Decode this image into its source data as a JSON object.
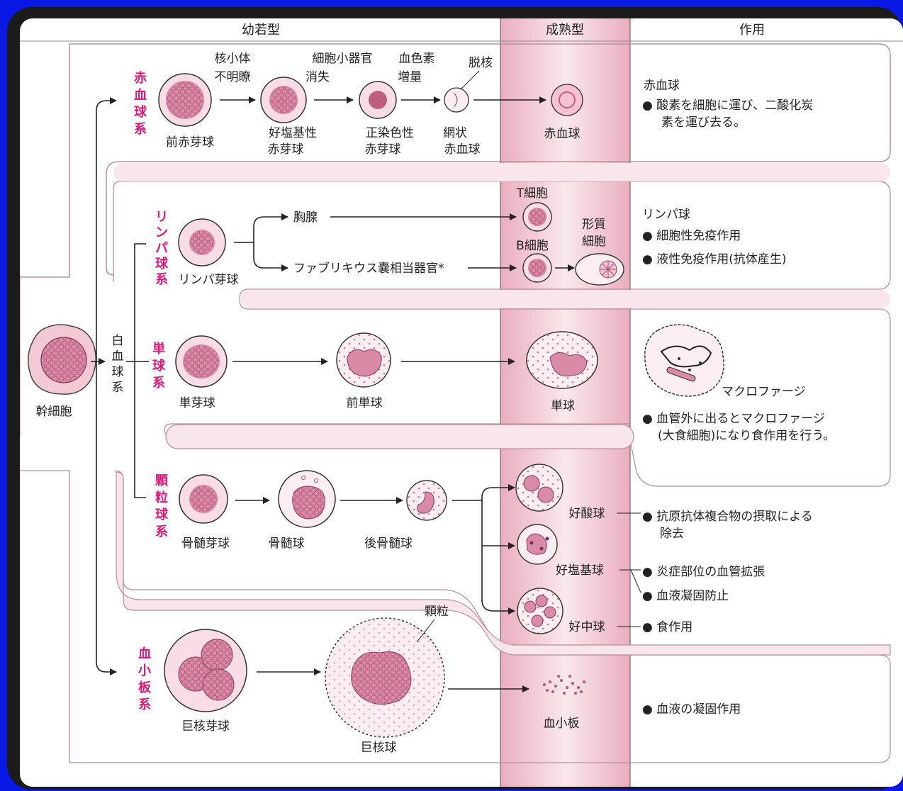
{
  "header": {
    "immature": "幼若型",
    "mature": "成熟型",
    "role": "作用"
  },
  "stem": {
    "label": "幹細胞"
  },
  "wbc": {
    "chars": [
      "白",
      "血",
      "球",
      "系"
    ]
  },
  "erythroid": {
    "category": [
      "赤",
      "血",
      "球",
      "系"
    ],
    "cells": {
      "proerythroblast": "前赤芽球",
      "basophilic": [
        "好塩基性",
        "赤芽球"
      ],
      "orthochromatic": [
        "正染色性",
        "赤芽球"
      ],
      "reticulocyte": [
        "網状",
        "赤血球"
      ],
      "rbc": "赤血球"
    },
    "steps": {
      "nucleolus": [
        "核小体",
        "不明瞭"
      ],
      "organelle": [
        "細胞小器官",
        "消失"
      ],
      "hemoglobin": [
        "血色素",
        "増量"
      ],
      "enucleation": "脱核"
    },
    "role": {
      "title": "赤血球",
      "lines": [
        "● 酸素を細胞に運び、二酸化炭",
        "素を運び去る。"
      ]
    }
  },
  "lymphoid": {
    "category": [
      "リ",
      "ン",
      "パ",
      "球",
      "系"
    ],
    "cells": {
      "lymphoblast": "リンパ芽球",
      "t_cell": "T細胞",
      "b_cell": "B細胞",
      "plasma": [
        "形質",
        "細胞"
      ]
    },
    "paths": {
      "thymus": "胸腺",
      "bursa": "ファブリキウス嚢相当器官*"
    },
    "role": {
      "title": "リンパ球",
      "lines": [
        "● 細胞性免疫作用",
        "● 液性免疫作用(抗体産生)"
      ]
    }
  },
  "monocytic": {
    "category": [
      "単",
      "球",
      "系"
    ],
    "cells": {
      "monoblast": "単芽球",
      "promonocyte": "前単球",
      "monocyte": "単球",
      "macrophage": "マクロファージ"
    },
    "role": {
      "lines": [
        "● 血管外に出るとマクロファージ",
        "(大食細胞)になり食作用を行う。"
      ]
    }
  },
  "granulocytic": {
    "category": [
      "顆",
      "粒",
      "球",
      "系"
    ],
    "cells": {
      "myeloblast": "骨髄芽球",
      "myelocyte": "骨髄球",
      "metamyelocyte": "後骨髄球",
      "eosinophil": "好酸球",
      "basophil": "好塩基球",
      "neutrophil": "好中球"
    },
    "roles": {
      "eosinophil": [
        "● 抗原抗体複合物の摂取による",
        "除去"
      ],
      "basophil_1": "● 炎症部位の血管拡張",
      "basophil_2": "● 血液凝固防止",
      "neutrophil": "● 食作用"
    }
  },
  "megakaryocytic": {
    "category": [
      "血",
      "小",
      "板",
      "系"
    ],
    "cells": {
      "megakaryoblast": "巨核芽球",
      "megakaryocyte": "巨核球",
      "granule": "顆粒",
      "platelet": "血小板"
    },
    "role": {
      "lines": [
        "● 血液の凝固作用"
      ]
    }
  },
  "colors": {
    "accent": "#e0187a",
    "band": "#f7e4ea",
    "band_edge": "#d9a9b8",
    "cell_fill": "#f8dde6",
    "nucleus": "#d98aa6"
  }
}
